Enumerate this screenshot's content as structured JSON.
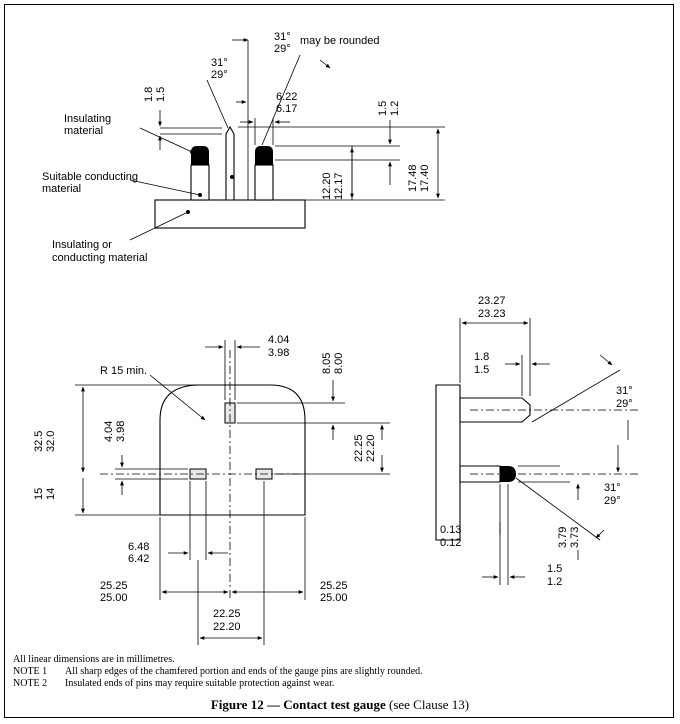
{
  "figure": {
    "label": "Figure 12 — Contact test gauge",
    "clause_ref": "(see Clause 13)"
  },
  "top_view": {
    "labels": {
      "insulating": [
        "Insulating",
        "material"
      ],
      "conducting": [
        "Suitable conducting",
        "material"
      ],
      "base": [
        "Insulating or",
        "conducting material"
      ],
      "rounded": "may be rounded"
    },
    "dims": {
      "angle_top": [
        "31°",
        "29°"
      ],
      "angle_left": [
        "31°",
        "29°"
      ],
      "chamfer_h": [
        "1.8",
        "1.5"
      ],
      "pin_dia": [
        "6.22",
        "6.17"
      ],
      "tip": [
        "1.5",
        "1.2"
      ],
      "pin_len": [
        "12.20",
        "12.17"
      ],
      "total": [
        "17.48",
        "17.40"
      ]
    }
  },
  "front_view": {
    "labels": {
      "radius": "R 15 min."
    },
    "dims": {
      "slot_w": [
        "4.04",
        "3.98"
      ],
      "slot_h": [
        "8.05",
        "8.00"
      ],
      "left_h": [
        "32.5",
        "32.0"
      ],
      "slot_w_vert": [
        "4.04",
        "3.98"
      ],
      "mid_h": [
        "22.25",
        "22.20"
      ],
      "bottom_h": [
        "15",
        "14"
      ],
      "pin_w": [
        "6.48",
        "6.42"
      ],
      "left_w": [
        "25.25",
        "25.00"
      ],
      "right_w": [
        "25.25",
        "25.00"
      ],
      "center_w": [
        "22.25",
        "22.20"
      ]
    }
  },
  "side_view": {
    "dims": {
      "length": [
        "23.27",
        "23.23"
      ],
      "chamfer": [
        "1.8",
        "1.5"
      ],
      "angle_1": [
        "31°",
        "29°"
      ],
      "angle_2": [
        "31°",
        "29°"
      ],
      "pin_dia": [
        "3.79",
        "3.73"
      ],
      "gap": [
        "0.13",
        "0.12"
      ],
      "tip": [
        "1.5",
        "1.2"
      ]
    }
  },
  "notes": {
    "units": "All linear dimensions are in millimetres.",
    "note1_tag": "NOTE 1",
    "note1": "All sharp edges of the chamfered portion and ends of the gauge pins are slightly rounded.",
    "note2_tag": "NOTE 2",
    "note2": "Insulated ends of pins may require suitable protection against wear."
  }
}
